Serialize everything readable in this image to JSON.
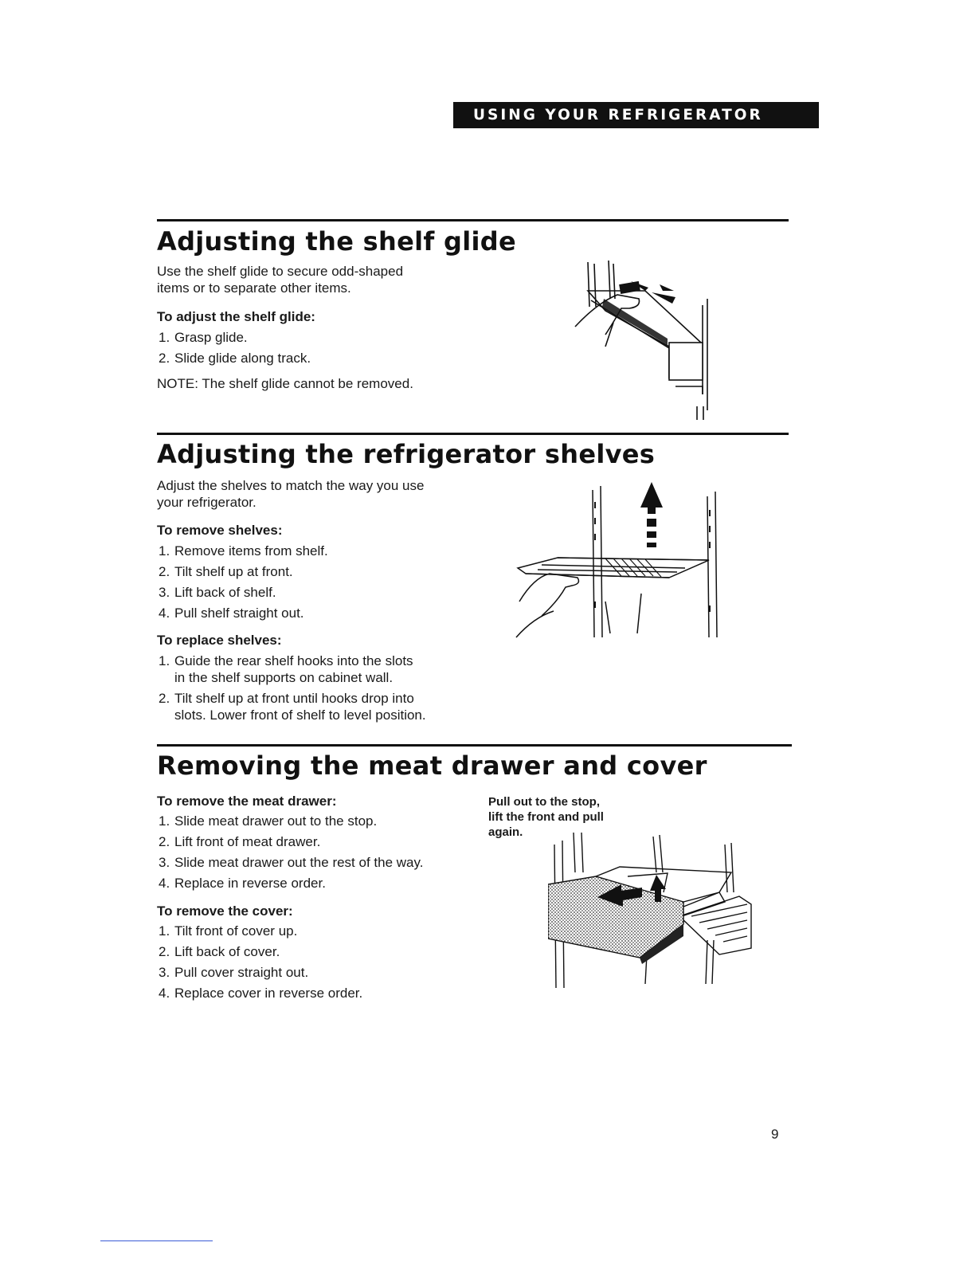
{
  "header": {
    "banner": "USING YOUR REFRIGERATOR"
  },
  "sections": {
    "shelf_glide": {
      "title": "Adjusting the shelf glide",
      "intro": "Use the shelf glide to secure odd-shaped items or to separate other items.",
      "intro_line1": "Use the shelf glide to secure odd-shaped",
      "intro_line2": "items or to separate other items.",
      "subhead": "To adjust the shelf glide:",
      "steps": [
        {
          "num": "1.",
          "text": "Grasp glide."
        },
        {
          "num": "2.",
          "text": "Slide glide along track."
        }
      ],
      "note": "NOTE: The shelf glide cannot be removed."
    },
    "shelves": {
      "title": "Adjusting the refrigerator shelves",
      "intro_line1": "Adjust the shelves to match the way you use",
      "intro_line2": "your refrigerator.",
      "remove_head": "To remove shelves:",
      "remove_steps": [
        {
          "num": "1.",
          "text": "Remove items from shelf."
        },
        {
          "num": "2.",
          "text": "Tilt shelf up at front."
        },
        {
          "num": "3.",
          "text": "Lift back of shelf."
        },
        {
          "num": "4.",
          "text": "Pull shelf straight out."
        }
      ],
      "replace_head": "To replace shelves:",
      "replace_steps": [
        {
          "num": "1.",
          "line1": "Guide the rear shelf hooks into the slots",
          "line2": "in the shelf supports on cabinet wall."
        },
        {
          "num": "2.",
          "line1": "Tilt shelf up at front until hooks drop into",
          "line2": "slots. Lower front of shelf to level position."
        }
      ]
    },
    "meat_drawer": {
      "title": "Removing the meat drawer and cover",
      "drawer_head": "To remove the meat drawer:",
      "drawer_steps": [
        {
          "num": "1.",
          "text": "Slide meat drawer out to the stop."
        },
        {
          "num": "2.",
          "text": "Lift front of meat drawer."
        },
        {
          "num": "3.",
          "text": "Slide meat drawer out the rest of the way."
        },
        {
          "num": "4.",
          "text": "Replace in reverse order."
        }
      ],
      "cover_head": "To remove the cover:",
      "cover_steps": [
        {
          "num": "1.",
          "text": "Tilt front of cover up."
        },
        {
          "num": "2.",
          "text": "Lift back of cover."
        },
        {
          "num": "3.",
          "text": "Pull cover straight out."
        },
        {
          "num": "4.",
          "text": "Replace cover in reverse order."
        }
      ],
      "caption_line1": "Pull out to the stop,",
      "caption_line2": "lift the front and pull",
      "caption_line3": "again."
    }
  },
  "footer": {
    "page_number": "9"
  }
}
